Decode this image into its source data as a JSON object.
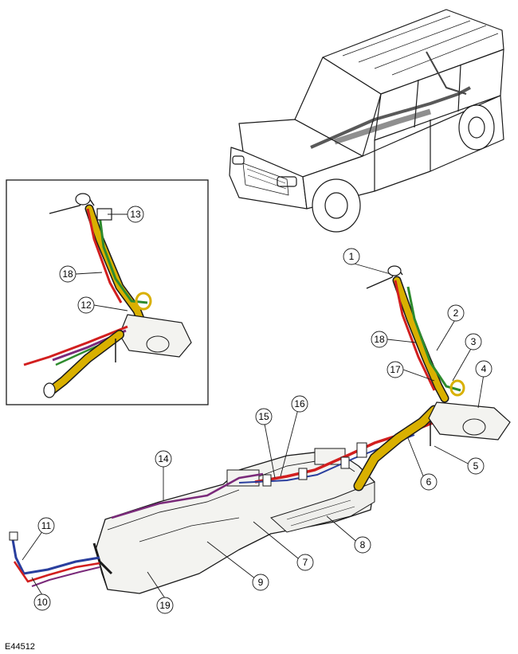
{
  "figure": {
    "code": "E44512",
    "callouts": [
      "1",
      "2",
      "3",
      "4",
      "5",
      "6",
      "7",
      "8",
      "9",
      "10",
      "11",
      "12",
      "13",
      "14",
      "15",
      "16",
      "17",
      "18",
      "19",
      "18"
    ]
  },
  "colors": {
    "outline": "#1a1a1a",
    "tank_fill": "#f3f3f0",
    "pipe_red": "#d21f1f",
    "pipe_yellow": "#d9b000",
    "pipe_green": "#2e8b2e",
    "pipe_blue": "#2a3f9e",
    "pipe_purple": "#7a2a7a"
  }
}
